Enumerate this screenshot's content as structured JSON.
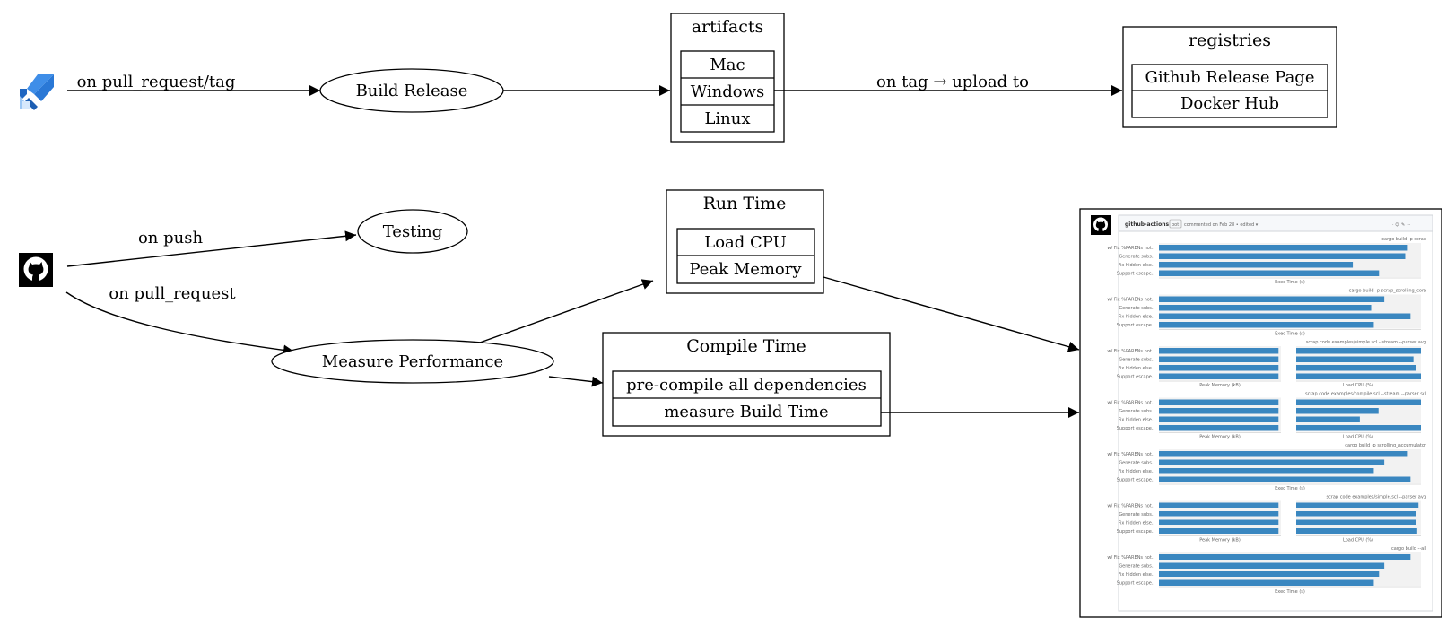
{
  "azure": {
    "edge_label": "on pull_request/tag"
  },
  "build_release": {
    "label": "Build Release"
  },
  "artifacts": {
    "title": "artifacts",
    "items": [
      "Mac",
      "Windows",
      "Linux"
    ]
  },
  "upload_edge": {
    "label": "on tag → upload to"
  },
  "registries": {
    "title": "registries",
    "items": [
      "Github Release Page",
      "Docker Hub"
    ]
  },
  "github": {
    "push_label": "on push",
    "pr_label": "on pull_request"
  },
  "testing": {
    "label": "Testing"
  },
  "measure": {
    "label": "Measure Performance"
  },
  "runtime": {
    "title": "Run Time",
    "items": [
      "Load CPU",
      "Peak Memory"
    ]
  },
  "compile": {
    "title": "Compile Time",
    "items": [
      "pre-compile all dependencies",
      "measure Build Time"
    ]
  },
  "comment": {
    "author": "github-actions",
    "badge": "bot",
    "meta": "commented on Feb 28 • edited ▾",
    "charts": [
      {
        "title": "cargo build -p scrap",
        "bars": [
          0.95,
          0.94,
          0.74,
          0.84
        ],
        "split": false,
        "xlabel": "Exec Time (s)"
      },
      {
        "title": "cargo build -p scrap_scrolling_core",
        "bars": [
          0.86,
          0.81,
          0.96,
          0.82
        ],
        "split": false,
        "xlabel": "Exec Time (s)"
      },
      {
        "title": "scrap code examples/simple.scl --stream --parser avg",
        "bars": [
          0.98,
          0.98,
          0.98,
          0.98
        ],
        "bars2": [
          1.0,
          0.94,
          0.96,
          1.0
        ],
        "split": true,
        "xlabel": "Peak Memory (kB)",
        "xlabel2": "Load CPU (%)"
      },
      {
        "title": "scrap code examples/compile.scl --stream --parser scl",
        "bars": [
          0.98,
          0.98,
          0.98,
          0.98
        ],
        "bars2": [
          1.0,
          0.66,
          0.51,
          1.0
        ],
        "split": true,
        "xlabel": "Peak Memory (kB)",
        "xlabel2": "Load CPU (%)"
      },
      {
        "title": "cargo build -p scrolling_accumulator",
        "bars": [
          0.95,
          0.86,
          0.82,
          0.96
        ],
        "split": false,
        "xlabel": "Exec Time (s)"
      },
      {
        "title": "scrap code examples/simple.scl --parser avg",
        "bars": [
          0.98,
          0.98,
          0.98,
          0.98
        ],
        "bars2": [
          0.98,
          0.96,
          0.96,
          0.97
        ],
        "split": true,
        "xlabel": "Peak Memory (kB)",
        "xlabel2": "Load CPU (%)"
      },
      {
        "title": "cargo build --all",
        "bars": [
          0.96,
          0.86,
          0.84,
          0.82
        ],
        "split": false,
        "xlabel": "Exec Time (s)"
      }
    ],
    "row_labels": [
      "w/ Fix %PARENs not..",
      "Generate subs..",
      "Fix hidden else..",
      "Support escape.."
    ]
  },
  "colors": {
    "bar": "#3a87c0",
    "azure_blue": "#2a78d6",
    "azure_light": "#9cc7f5"
  }
}
